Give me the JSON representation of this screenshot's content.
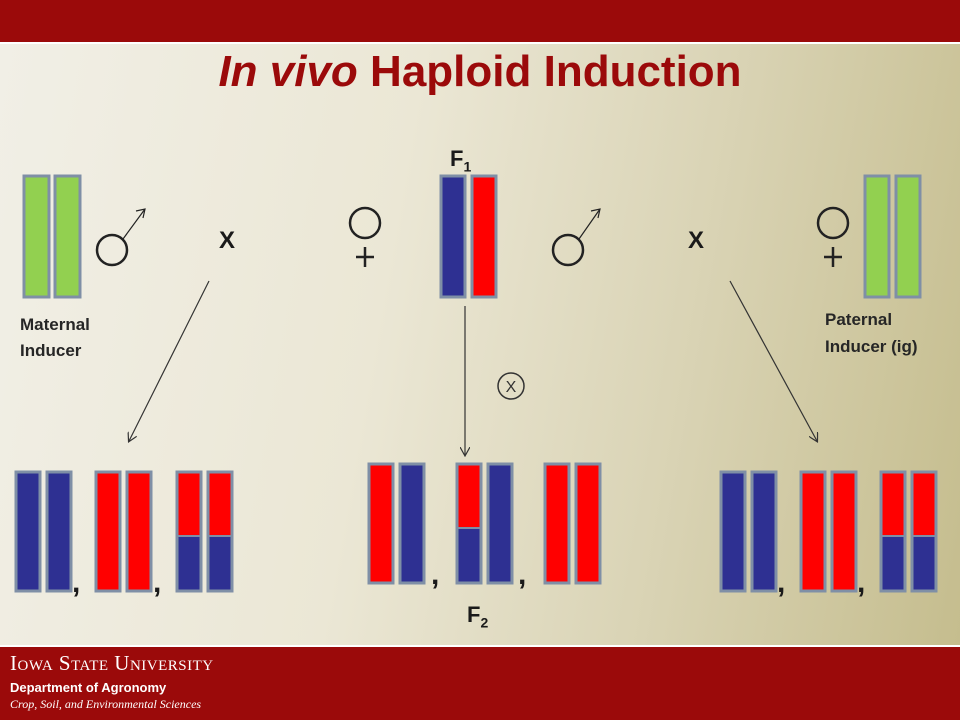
{
  "title": {
    "italic": "In vivo",
    "rest": "Haploid Induction"
  },
  "labels": {
    "maternal_line1": "Maternal",
    "maternal_line2": "Inducer",
    "paternal_line1": "Paternal",
    "paternal_line2": "Inducer (ig)",
    "f1": "F",
    "f1_sub": "1",
    "f2": "F",
    "f2_sub": "2",
    "cross_left": "X",
    "cross_right": "X",
    "self_symbol": "X",
    "comma": ","
  },
  "colors": {
    "inducer": "#92d050",
    "maternal_chrom": "#2e3092",
    "paternal_chrom": "#ff0000",
    "outline": "#7f8fa6",
    "brand": "#9b0a0a"
  },
  "footer": {
    "university": "Iowa State University",
    "department": "Department of Agronomy",
    "subtitle": "Crop, Soil, and Environmental Sciences"
  }
}
